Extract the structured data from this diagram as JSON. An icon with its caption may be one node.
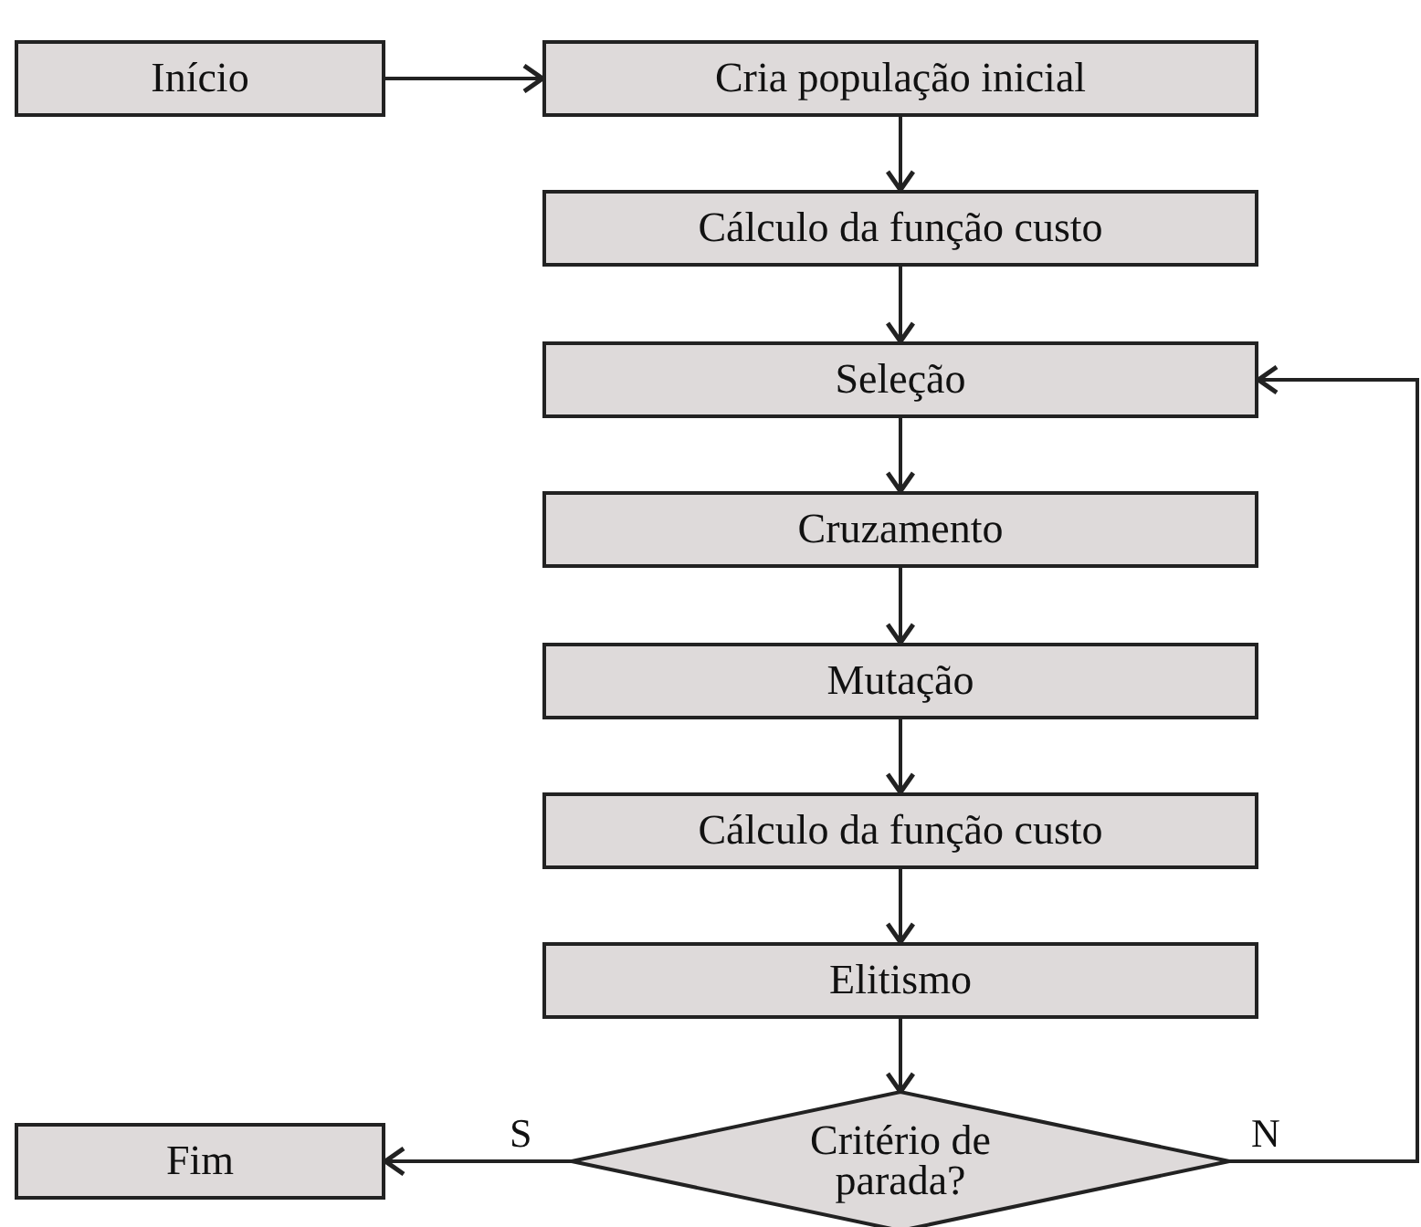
{
  "diagram": {
    "nodes": [
      {
        "text": [
          "Início"
        ]
      },
      {
        "text": [
          "Cria população inicial"
        ]
      },
      {
        "text": [
          "Cálculo da função custo"
        ]
      },
      {
        "text": [
          "Seleção"
        ]
      },
      {
        "text": [
          "Cruzamento"
        ]
      },
      {
        "text": [
          "Mutação"
        ]
      },
      {
        "text": [
          "Cálculo da função custo"
        ]
      },
      {
        "text": [
          "Elitismo"
        ]
      },
      {
        "text": [
          "Fim"
        ]
      },
      {
        "text": [
          "Critério de parada?"
        ]
      }
    ],
    "edges": [
      {
        "from": 0,
        "to": 1,
        "arrow": "to"
      },
      {
        "from": 1,
        "to": 2,
        "arrow": "to"
      },
      {
        "from": 2,
        "to": 3,
        "arrow": "to"
      },
      {
        "from": 3,
        "to": 4,
        "arrow": "to"
      },
      {
        "from": 4,
        "to": 5,
        "arrow": "to"
      },
      {
        "from": 5,
        "to": 6,
        "arrow": "to"
      },
      {
        "from": 6,
        "to": 7,
        "arrow": "to"
      },
      {
        "from": 7,
        "to": 9,
        "arrow": "to"
      },
      {
        "from": 9,
        "to": 8,
        "arrow": "to",
        "label": "S"
      },
      {
        "from": 9,
        "to": 3,
        "arrow": "to",
        "label": "N"
      }
    ]
  }
}
